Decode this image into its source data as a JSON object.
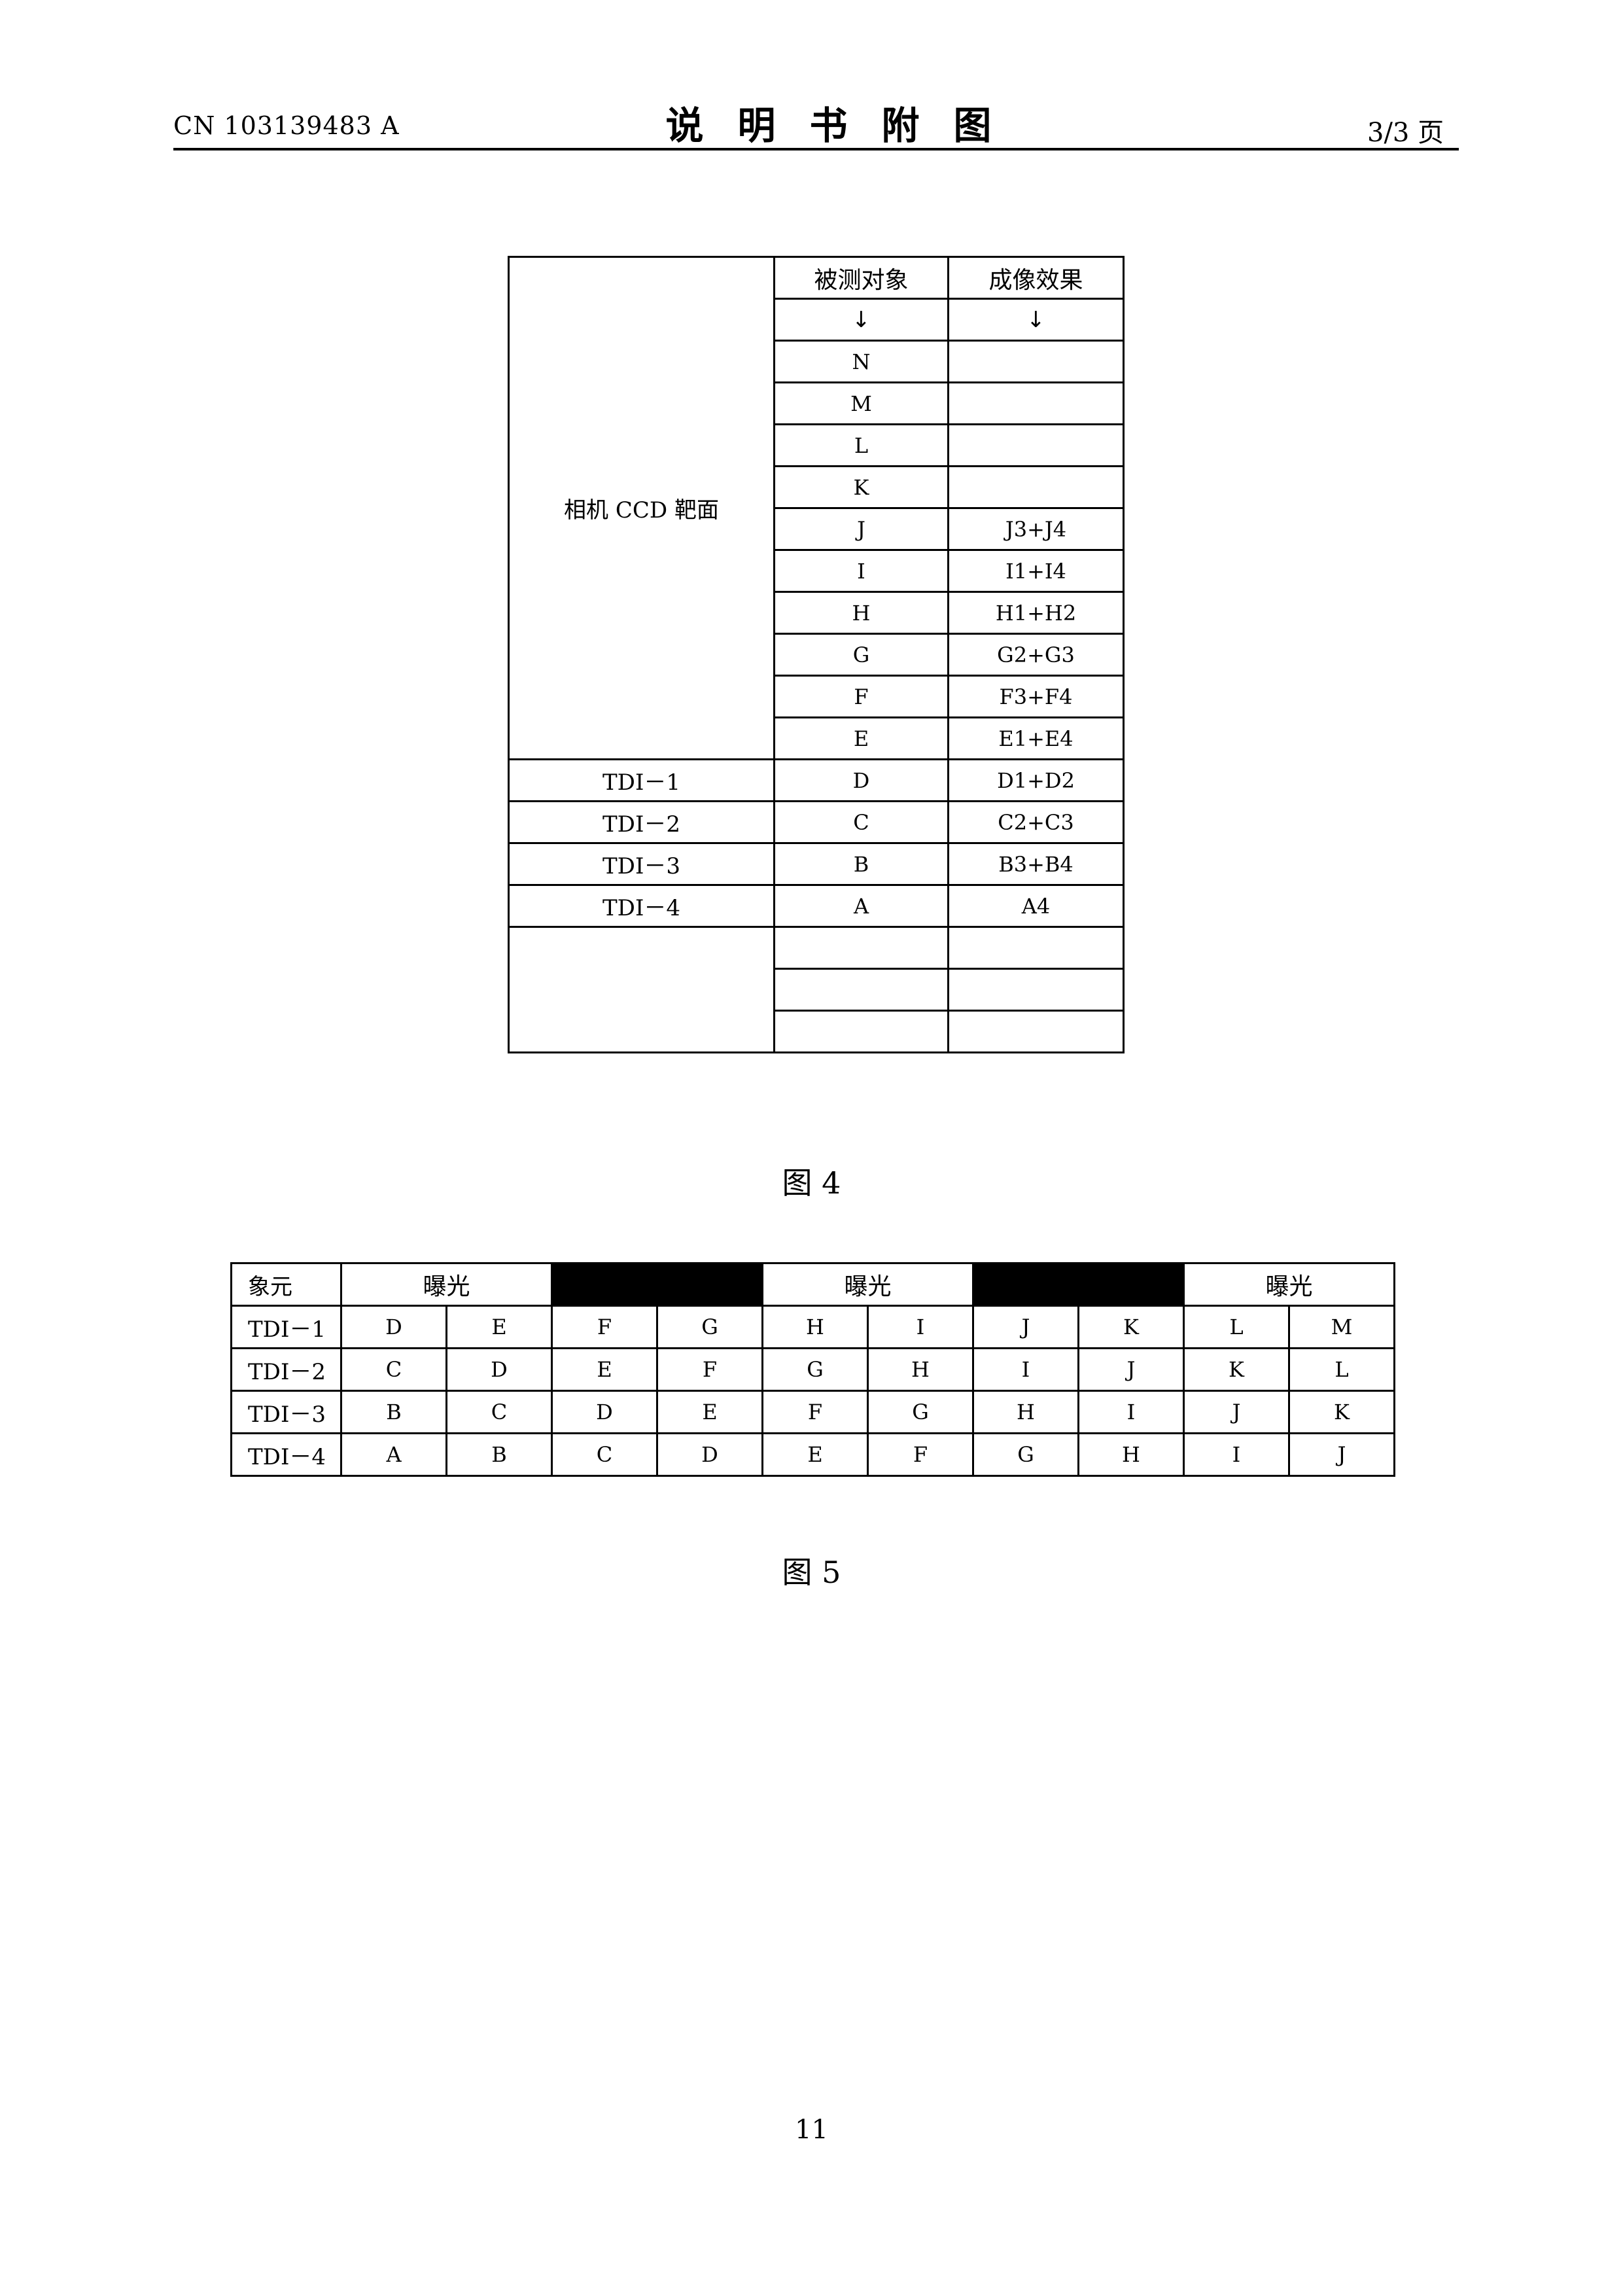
{
  "header": {
    "doc_number": "CN 103139483 A",
    "title": "说明书附图",
    "page": "3/3 页"
  },
  "figure4": {
    "caption": "图 4",
    "col_headers": [
      "被测对象",
      "成像效果"
    ],
    "arrows": [
      "↓",
      "↓"
    ],
    "ccd_label": "相机 CCD 靶面",
    "ccd_rows": [
      {
        "object": "N",
        "effect": ""
      },
      {
        "object": "M",
        "effect": ""
      },
      {
        "object": "L",
        "effect": ""
      },
      {
        "object": "K",
        "effect": ""
      },
      {
        "object": "J",
        "effect": "J3+J4"
      },
      {
        "object": "I",
        "effect": "I1+I4"
      },
      {
        "object": "H",
        "effect": "H1+H2"
      },
      {
        "object": "G",
        "effect": "G2+G3"
      },
      {
        "object": "F",
        "effect": "F3+F4"
      },
      {
        "object": "E",
        "effect": "E1+E4"
      }
    ],
    "tdi_rows": [
      {
        "label": "TDI－1",
        "object": "D",
        "effect": "D1+D2"
      },
      {
        "label": "TDI－2",
        "object": "C",
        "effect": "C2+C3"
      },
      {
        "label": "TDI－3",
        "object": "B",
        "effect": "B3+B4"
      },
      {
        "label": "TDI－4",
        "object": "A",
        "effect": "A4"
      }
    ]
  },
  "figure5": {
    "caption": "图 5",
    "corner_label": "象元",
    "exposure_label": "曝光",
    "rows": [
      {
        "label": "TDI－1",
        "cells": [
          "D",
          "E",
          "F",
          "G",
          "H",
          "I",
          "J",
          "K",
          "L",
          "M"
        ]
      },
      {
        "label": "TDI－2",
        "cells": [
          "C",
          "D",
          "E",
          "F",
          "G",
          "H",
          "I",
          "J",
          "K",
          "L"
        ]
      },
      {
        "label": "TDI－3",
        "cells": [
          "B",
          "C",
          "D",
          "E",
          "F",
          "G",
          "H",
          "I",
          "J",
          "K"
        ]
      },
      {
        "label": "TDI－4",
        "cells": [
          "A",
          "B",
          "C",
          "D",
          "E",
          "F",
          "G",
          "H",
          "I",
          "J"
        ]
      }
    ]
  },
  "page_number": "11",
  "colors": {
    "ink": "#000000",
    "paper": "#ffffff",
    "blackout": "#000000"
  }
}
